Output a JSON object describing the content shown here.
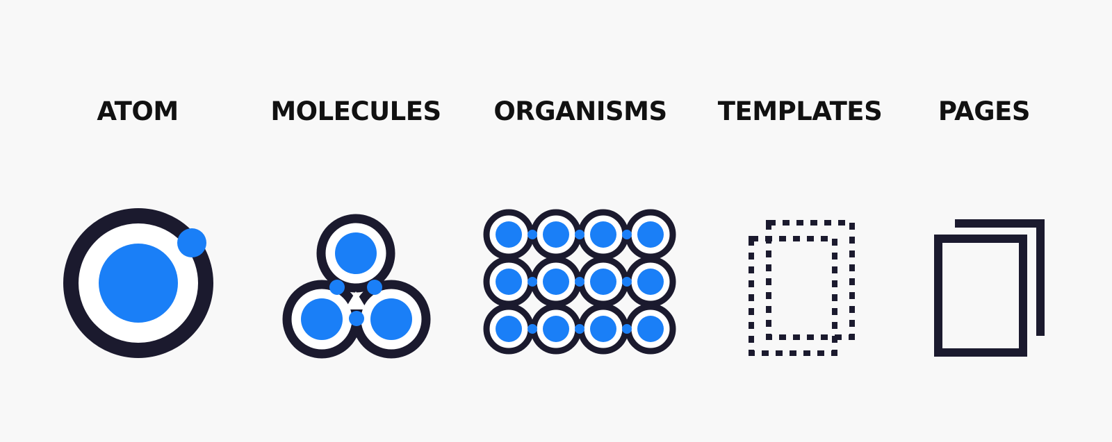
{
  "stages": [
    {
      "id": "atom",
      "label": "ATOM",
      "icon": "atom-icon"
    },
    {
      "id": "molecules",
      "label": "MOLECULES",
      "icon": "molecules-icon"
    },
    {
      "id": "organisms",
      "label": "ORGANISMS",
      "icon": "organisms-icon"
    },
    {
      "id": "templates",
      "label": "TEMPLATES",
      "icon": "template-icon"
    },
    {
      "id": "pages",
      "label": "PAGES",
      "icon": "pages-icon"
    }
  ],
  "colors": {
    "background": "#f8f8f8",
    "text": "#111111",
    "outline": "#1b1a2e",
    "accent": "#1a7ff7",
    "fill": "#ffffff"
  }
}
